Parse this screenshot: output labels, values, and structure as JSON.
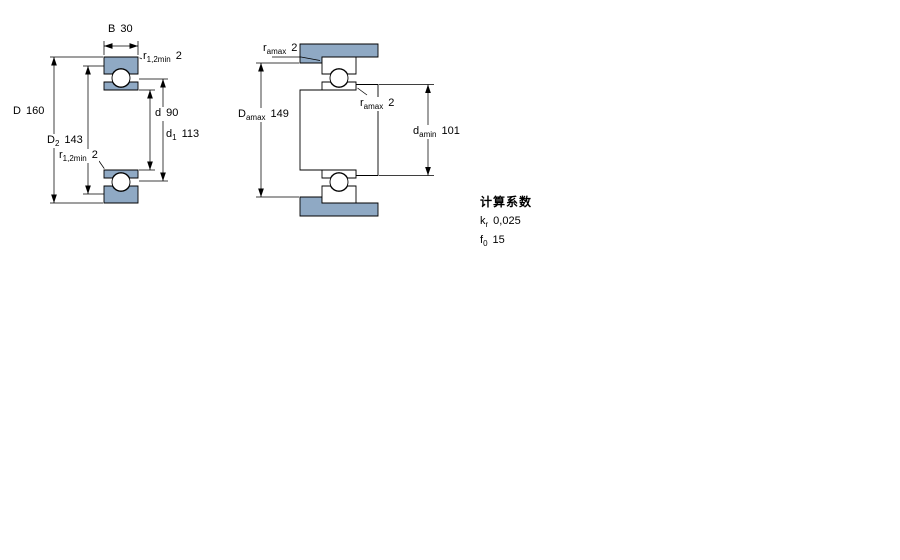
{
  "colors": {
    "bearing_fill": "#8fa9c4",
    "line": "#000000",
    "background": "#ffffff"
  },
  "figure_left": {
    "dims": {
      "B": {
        "symbol": "B",
        "subscript": "",
        "value": "30"
      },
      "r_top": {
        "symbol": "r",
        "subscript": "1,2min",
        "value": "2"
      },
      "D": {
        "symbol": "D",
        "subscript": "",
        "value": "160"
      },
      "D2": {
        "symbol": "D",
        "subscript": "2",
        "value": "143"
      },
      "r_bottom": {
        "symbol": "r",
        "subscript": "1,2min",
        "value": "2"
      },
      "d": {
        "symbol": "d",
        "subscript": "",
        "value": "90"
      },
      "d1": {
        "symbol": "d",
        "subscript": "1",
        "value": "113"
      }
    }
  },
  "figure_right": {
    "dims": {
      "r_a_top": {
        "symbol": "r",
        "subscript": "amax",
        "value": "2"
      },
      "D_a": {
        "symbol": "D",
        "subscript": "amax",
        "value": "149"
      },
      "r_a_mid": {
        "symbol": "r",
        "subscript": "amax",
        "value": "2"
      },
      "d_a": {
        "symbol": "d",
        "subscript": "amin",
        "value": "101"
      }
    }
  },
  "calculation_factors": {
    "heading": "计算系数",
    "rows": [
      {
        "symbol": "k",
        "subscript": "r",
        "value": "0,025"
      },
      {
        "symbol": "f",
        "subscript": "0",
        "value": "15"
      }
    ]
  }
}
